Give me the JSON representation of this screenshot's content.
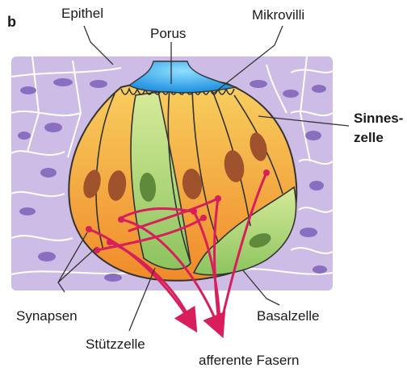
{
  "figure": {
    "panel_letter": "b",
    "labels": {
      "epithel": "Epithel",
      "porus": "Porus",
      "mikrovilli": "Mikrovilli",
      "sinneszelle_1": "Sinnes-",
      "sinneszelle_2": "zelle",
      "synapsen": "Synapsen",
      "basalzelle": "Basalzelle",
      "stuetzzelle": "Stützzelle",
      "afferente_fasern": "afferente Fasern"
    },
    "colors": {
      "epithelium": "#cdbde6",
      "epithelium_cell_border": "#ffffff",
      "epithelium_nucleus": "#8a6fc0",
      "pore_fluid": "#1e9fe0",
      "sensory_cell": "#f5a23a",
      "sensory_cell_light": "#f8d060",
      "sensory_nucleus": "#a0522d",
      "support_cell": "#9ccc6a",
      "support_nucleus": "#5f8a3c",
      "nerve_fiber": "#d81e5b",
      "outline": "#333333"
    }
  }
}
